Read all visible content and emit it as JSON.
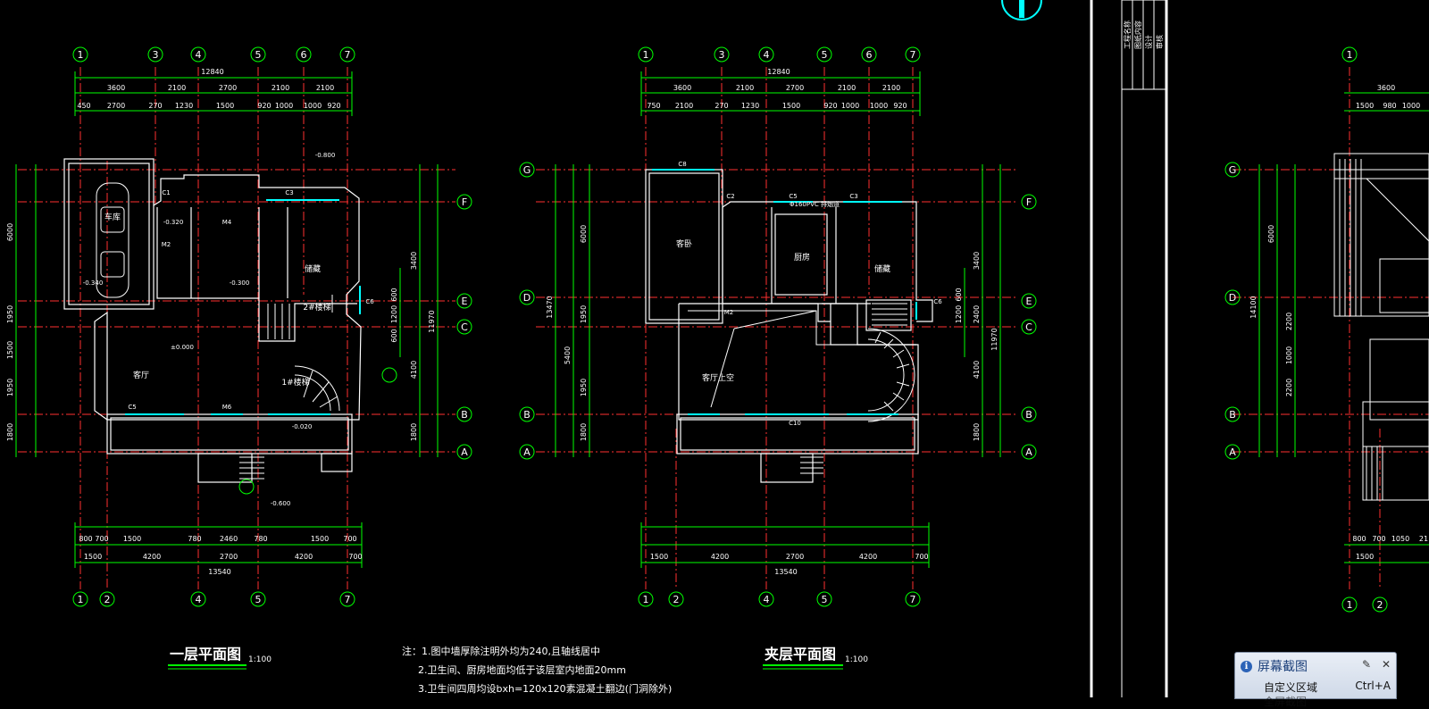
{
  "colors": {
    "background": "#000000",
    "grid": "#00ff00",
    "axis": "#ff3030",
    "wall": "#ffffff",
    "window": "#00ffff",
    "dim_text": "#ffffff",
    "label": "#ffffff"
  },
  "plan1": {
    "title": "一层平面图",
    "scale": "1:100",
    "axes_top": [
      "1",
      "3",
      "4",
      "5",
      "6",
      "7"
    ],
    "axes_bottom": [
      "1",
      "2",
      "4",
      "5",
      "7"
    ],
    "axes_right": [
      "F",
      "E",
      "C",
      "B",
      "A"
    ],
    "total_top": "12840",
    "dims_top_1": [
      "3600",
      "2100",
      "2700",
      "2100",
      "2100"
    ],
    "dims_top_2": [
      "450",
      "2700",
      "270",
      "1230",
      "1500",
      "920",
      "1000",
      "1000",
      "920"
    ],
    "total_bottom": "13540",
    "dims_bottom_1": [
      "1500",
      "4200",
      "2700",
      "4200",
      "700"
    ],
    "dims_bottom_2": [
      "800",
      "700",
      "1500",
      "780",
      "2460",
      "780",
      "1500",
      "700"
    ],
    "dims_right": [
      "3400",
      "600",
      "1200",
      "600",
      "4100",
      "1800"
    ],
    "dims_left": [
      "6000",
      "1950",
      "1500",
      "1950",
      "1800"
    ],
    "total_right": "11970",
    "rooms": [
      "车库",
      "客厅",
      "储藏",
      "2#楼梯",
      "1#楼梯"
    ],
    "levels": [
      "-0.340",
      "-0.320",
      "-0.300",
      "-0.600",
      "-0.800",
      "-0.020",
      "±0.000"
    ],
    "doors": [
      "M2",
      "M4",
      "M6",
      "C1",
      "C3",
      "C5",
      "C6"
    ]
  },
  "plan2": {
    "title": "夹层平面图",
    "scale": "1:100",
    "axes_top": [
      "1",
      "3",
      "4",
      "5",
      "6",
      "7"
    ],
    "axes_bottom": [
      "1",
      "2",
      "4",
      "5",
      "7"
    ],
    "axes_left": [
      "G",
      "D",
      "B",
      "A"
    ],
    "axes_right": [
      "F",
      "E",
      "C",
      "B",
      "A"
    ],
    "total_top": "12840",
    "dims_top_1": [
      "3600",
      "2100",
      "2700",
      "2100",
      "2100"
    ],
    "dims_top_2": [
      "750",
      "2100",
      "270",
      "1230",
      "1500",
      "920",
      "1000",
      "1000",
      "920"
    ],
    "total_bottom": "13540",
    "dims_bottom_1": [
      "1500",
      "4200",
      "2700",
      "4200",
      "700"
    ],
    "dims_left": [
      "6000",
      "1950",
      "5400",
      "1950",
      "1800"
    ],
    "total_left": "13470",
    "dims_right": [
      "3400",
      "600",
      "1200",
      "2400",
      "4100",
      "1800"
    ],
    "total_right": "11970",
    "rooms": [
      "客卧",
      "厨房",
      "储藏",
      "客厅上空"
    ],
    "note_pipe": "Φ160PVC 排烟道",
    "doors": [
      "C8",
      "C2",
      "C5",
      "C3",
      "C6",
      "C10",
      "M2"
    ]
  },
  "plan3": {
    "axes_top": [
      "1"
    ],
    "axes_bottom": [
      "1",
      "2"
    ],
    "axes_left": [
      "G",
      "D",
      "B",
      "A"
    ],
    "dims_top": [
      "3600",
      "1500",
      "980",
      "1000"
    ],
    "dims_left": [
      "6000",
      "2200",
      "1000",
      "2200"
    ],
    "total_left": "14100",
    "dims_bottom": [
      "800",
      "700",
      "1050",
      "21"
    ],
    "dims_bottom_2": [
      "1500"
    ]
  },
  "notes": {
    "label": "注：",
    "items": [
      "1.图中墙厚除注明外均为240,且轴线居中",
      "2.卫生间、厨房地面均低于该层室内地面20mm",
      "3.卫生间四周均设bxh=120x120素混凝土翻边(门洞除外)"
    ]
  },
  "title_block": {
    "cells": [
      "工程名称",
      "图纸内容",
      "设计",
      "审核"
    ]
  },
  "screenshot_popup": {
    "title": "屏幕截图",
    "item1": "自定义区域",
    "shortcut1": "Ctrl+A",
    "item2": "全屏截图",
    "pin_icon": "pin-icon",
    "close_icon": "close-icon"
  }
}
